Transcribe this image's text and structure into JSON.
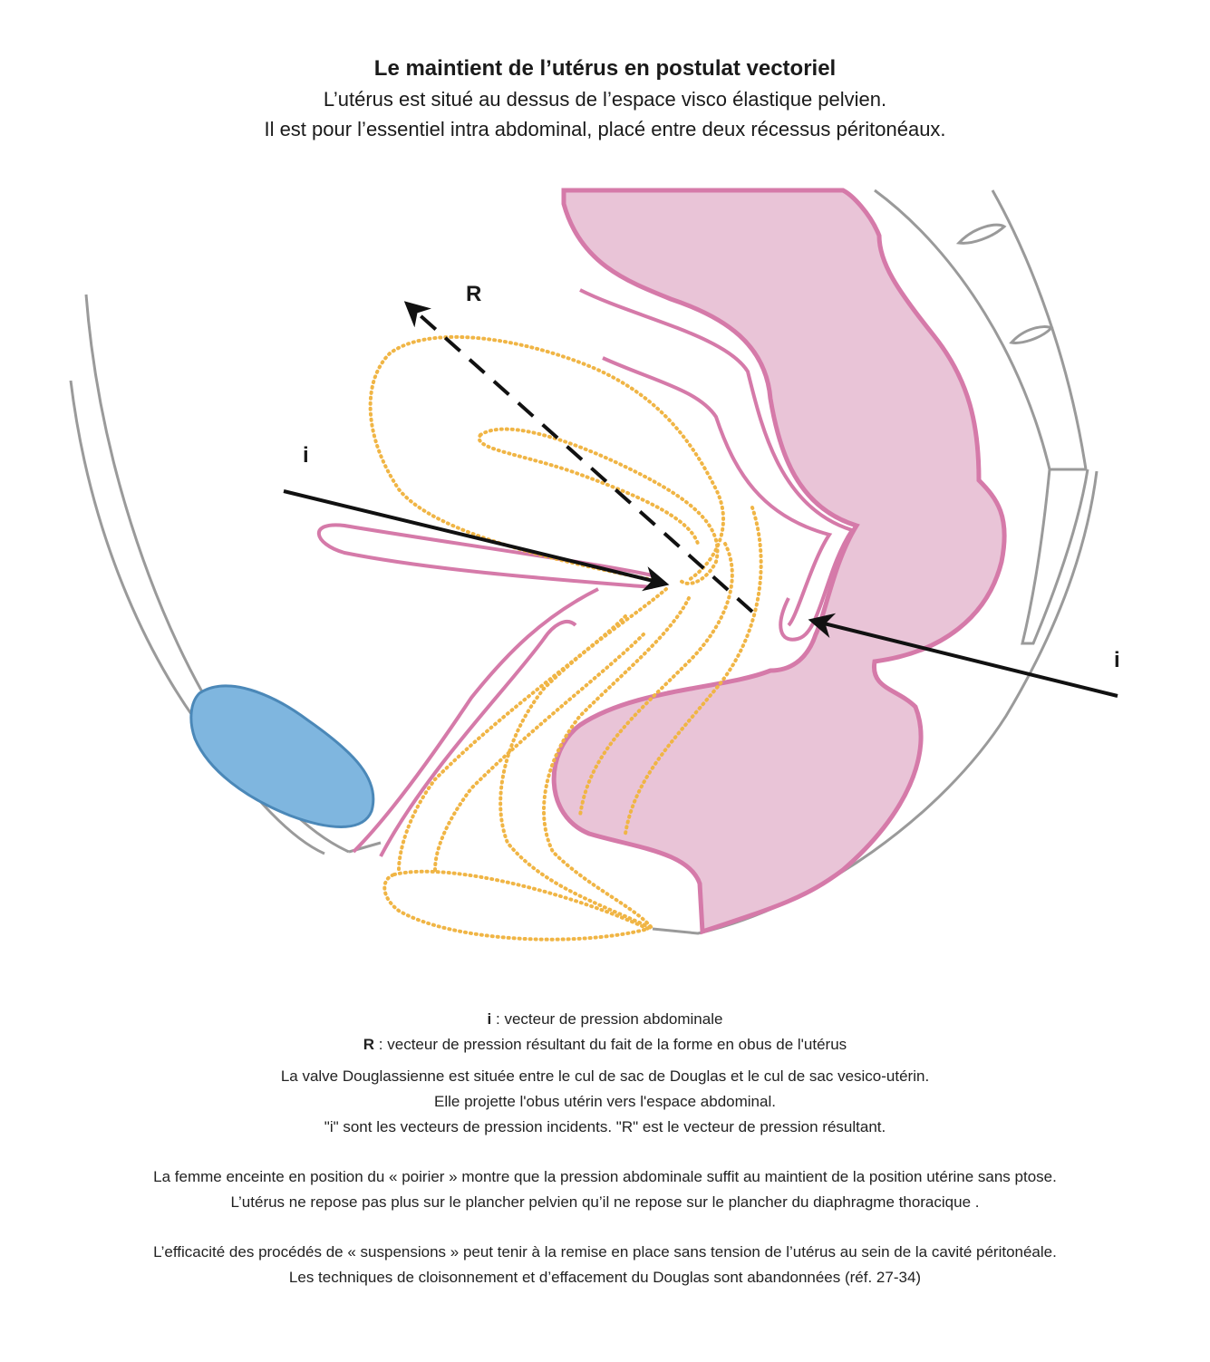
{
  "header": {
    "title": "Le maintient de l’utérus en postulat vectoriel",
    "subtitle_1": "L’utérus est situé au dessus de l’espace visco élastique pelvien.",
    "subtitle_2": "Il est pour l’essentiel intra abdominal, placé entre deux récessus péritonéaux."
  },
  "diagram": {
    "label_R": "R",
    "label_i_left": "i",
    "label_i_right": "i",
    "colors": {
      "rectum_fill": "#e9c4d7",
      "organ_stroke": "#d57aa9",
      "bladder": "#7fb6df",
      "uterus_dots": "#f0b545",
      "bone": "#9a9a9a",
      "arrow": "#111111"
    }
  },
  "legend": {
    "i_key": "i",
    "i_text": " : vecteur de pression abdominale",
    "R_key": "R",
    "R_text": " : vecteur de pression résultant du fait de la forme en obus de l'utérus"
  },
  "notes": [
    "La valve Douglassienne est située entre le cul de sac de Douglas et le cul de sac vesico-utérin.",
    "Elle projette l'obus utérin vers l'espace abdominal.",
    "\"i\"  sont les vecteurs de pression incidents. \"R\" est le vecteur de pression résultant.",
    "La femme enceinte en position du « poirier » montre que  la pression abdominale suffit au maintient de la position utérine sans ptose.",
    "L’utérus ne repose pas plus sur le plancher pelvien qu’il ne repose sur le plancher du diaphragme thoracique .",
    "L’efficacité des procédés de « suspensions » peut tenir à  la remise en place sans tension de l’utérus au sein de la cavité péritonéale.",
    "Les techniques de cloisonnement et d’effacement du Douglas sont abandonnées (réf. 27-34)"
  ]
}
